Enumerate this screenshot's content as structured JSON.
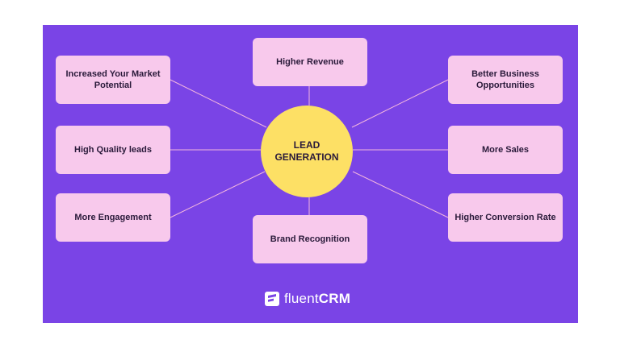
{
  "colors": {
    "panel": "#7a44e6",
    "box": "#f8c9ec",
    "center": "#fde065",
    "connector": "#f3b6de",
    "text": "#2a1a3a"
  },
  "center": {
    "label": "LEAD GENERATION"
  },
  "nodes": [
    {
      "id": "top",
      "label": "Higher Revenue"
    },
    {
      "id": "top-left",
      "label": "Increased Your Market Potential"
    },
    {
      "id": "top-right",
      "label": "Better Business Opportunities"
    },
    {
      "id": "mid-left",
      "label": "High Quality leads"
    },
    {
      "id": "mid-right",
      "label": "More Sales"
    },
    {
      "id": "bottom-left",
      "label": "More Engagement"
    },
    {
      "id": "bottom-right",
      "label": "Higher Conversion Rate"
    },
    {
      "id": "bottom",
      "label": "Brand Recognition"
    }
  ],
  "brand": {
    "name_light": "fluent",
    "name_bold": "CRM",
    "icon": "fluentcrm-logo-icon"
  }
}
